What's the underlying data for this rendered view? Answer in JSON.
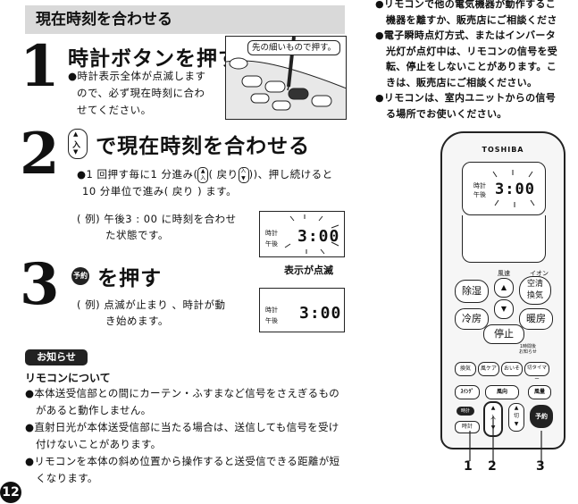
{
  "section": {
    "title": "現在時刻を合わせる"
  },
  "step1": {
    "number": "1",
    "title": "時計ボタンを押す",
    "lines": [
      "●時計表示全体が点滅します",
      "ので、必ず現在時刻に合わ",
      "せてください。"
    ],
    "callout": "先の細いもので押す。"
  },
  "step2": {
    "number": "2",
    "title_suffix": "で現在時刻を合わせる",
    "icon_label": "入",
    "line1_a": "●1 回押す毎に1 分進み(",
    "line1_b": "( 戻り",
    "line1_c": "))、押し続けると",
    "line2": "10 分単位で進み( 戻り ) ます。",
    "example_lines": [
      "( 例) 午後3 : 00 に時刻を合わせ",
      "た状態です。"
    ],
    "lcd": {
      "label1": "時計",
      "label2": "午後",
      "time": "3:00"
    },
    "blink_caption": "表示が点滅"
  },
  "step3": {
    "number": "3",
    "icon_label": "予約",
    "title_suffix": "を押す",
    "example_lines": [
      "( 例) 点滅が止まり 、時計が動",
      "き始めます。"
    ],
    "lcd": {
      "label1": "時計",
      "label2": "午後",
      "time": "3:00"
    }
  },
  "notice": {
    "tag": "お知らせ",
    "heading": "リモコンについて",
    "items": [
      [
        "●本体送受信部との間にカーテン・ふすまなど信号をさえぎるもの",
        "があると動作しません。"
      ],
      [
        "●直射日光が本体送受信部に当たる場合は、送信しても信号を受け",
        "付けないことがあります。"
      ],
      [
        "●リモコンを本体の斜め位置から操作すると送受信できる距離が短",
        "くなります。"
      ]
    ]
  },
  "right_column": {
    "lines": [
      "●リモコンで他の電気機器が動作するこ",
      "機器を離すか、販売店にご相談くださ",
      "●電子瞬時点灯方式、またはインバータ",
      "光灯が点灯中は、リモコンの信号を受",
      "転、停止をしないことがあります。こ",
      "きは、販売店にご相談ください。",
      "●リモコンは、室内ユニットからの信号",
      "る場所でお使いください。"
    ]
  },
  "remote": {
    "brand": "TOSHIBA",
    "lcd": {
      "label1": "時計",
      "label2": "午後",
      "time": "3:00"
    },
    "speed_label": "風速",
    "ion_label": "イオン",
    "buttons": {
      "dehumidify": "除湿",
      "air_clean": [
        "空清",
        "換気"
      ],
      "cool": "冷房",
      "heat": "暖房",
      "stop": "停止"
    },
    "small_labels": [
      "換気",
      "風ケア",
      "おいそ",
      "切タイマー"
    ],
    "row_labels": [
      "ｽｲﾝｸﾞ",
      "風向",
      "風量"
    ],
    "up_label": "入",
    "off_label": "切",
    "reserve_label": "予約",
    "clock_label": "時計",
    "clock_small": "時計",
    "tag_line": [
      "1時間後",
      "お知らせ"
    ],
    "callouts": [
      "1",
      "2",
      "3"
    ]
  }
}
